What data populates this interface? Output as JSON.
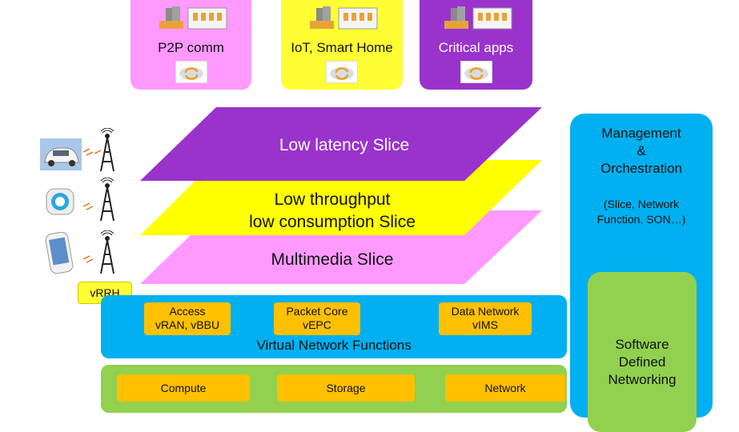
{
  "apps": [
    {
      "label": "P2P comm",
      "color": "#ff99ff"
    },
    {
      "label": "IoT, Smart Home",
      "color": "#ffff33"
    },
    {
      "label": "Critical apps",
      "color": "#9933cc",
      "text_color": "#ffffff"
    }
  ],
  "slices": [
    {
      "line1": "Low latency Slice",
      "line2": "",
      "color": "#9933cc",
      "text_color": "#ffffff"
    },
    {
      "line1": "Low throughput",
      "line2": "low consumption Slice",
      "color": "#ffff00",
      "text_color": "#111111"
    },
    {
      "line1": "Multimedia Slice",
      "line2": "",
      "color": "#ff99ff",
      "text_color": "#111111"
    }
  ],
  "devices": [
    {
      "icon": "car-icon"
    },
    {
      "icon": "smart-plug-icon"
    },
    {
      "icon": "smartphone-icon"
    }
  ],
  "vrrh": {
    "label": "vRRH"
  },
  "vnf": {
    "title": "Virtual Network Functions",
    "boxes": [
      {
        "line1": "Access",
        "line2": "vRAN, vBBU"
      },
      {
        "line1": "Packet Core",
        "line2": "vEPC"
      },
      {
        "line1": "Data Network",
        "line2": "vIMS"
      }
    ],
    "color": "#00b0f0"
  },
  "infra": {
    "boxes": [
      {
        "label": "Compute"
      },
      {
        "label": "Storage"
      },
      {
        "label": "Network"
      }
    ],
    "color": "#92d050"
  },
  "management": {
    "title_line1": "Management",
    "title_line2": "&",
    "title_line3": "Orchestration",
    "sub_line1": "(Slice, Network",
    "sub_line2": "Function, SON…)",
    "sdn_line1": "Software",
    "sdn_line2": "Defined",
    "sdn_line3": "Networking"
  }
}
